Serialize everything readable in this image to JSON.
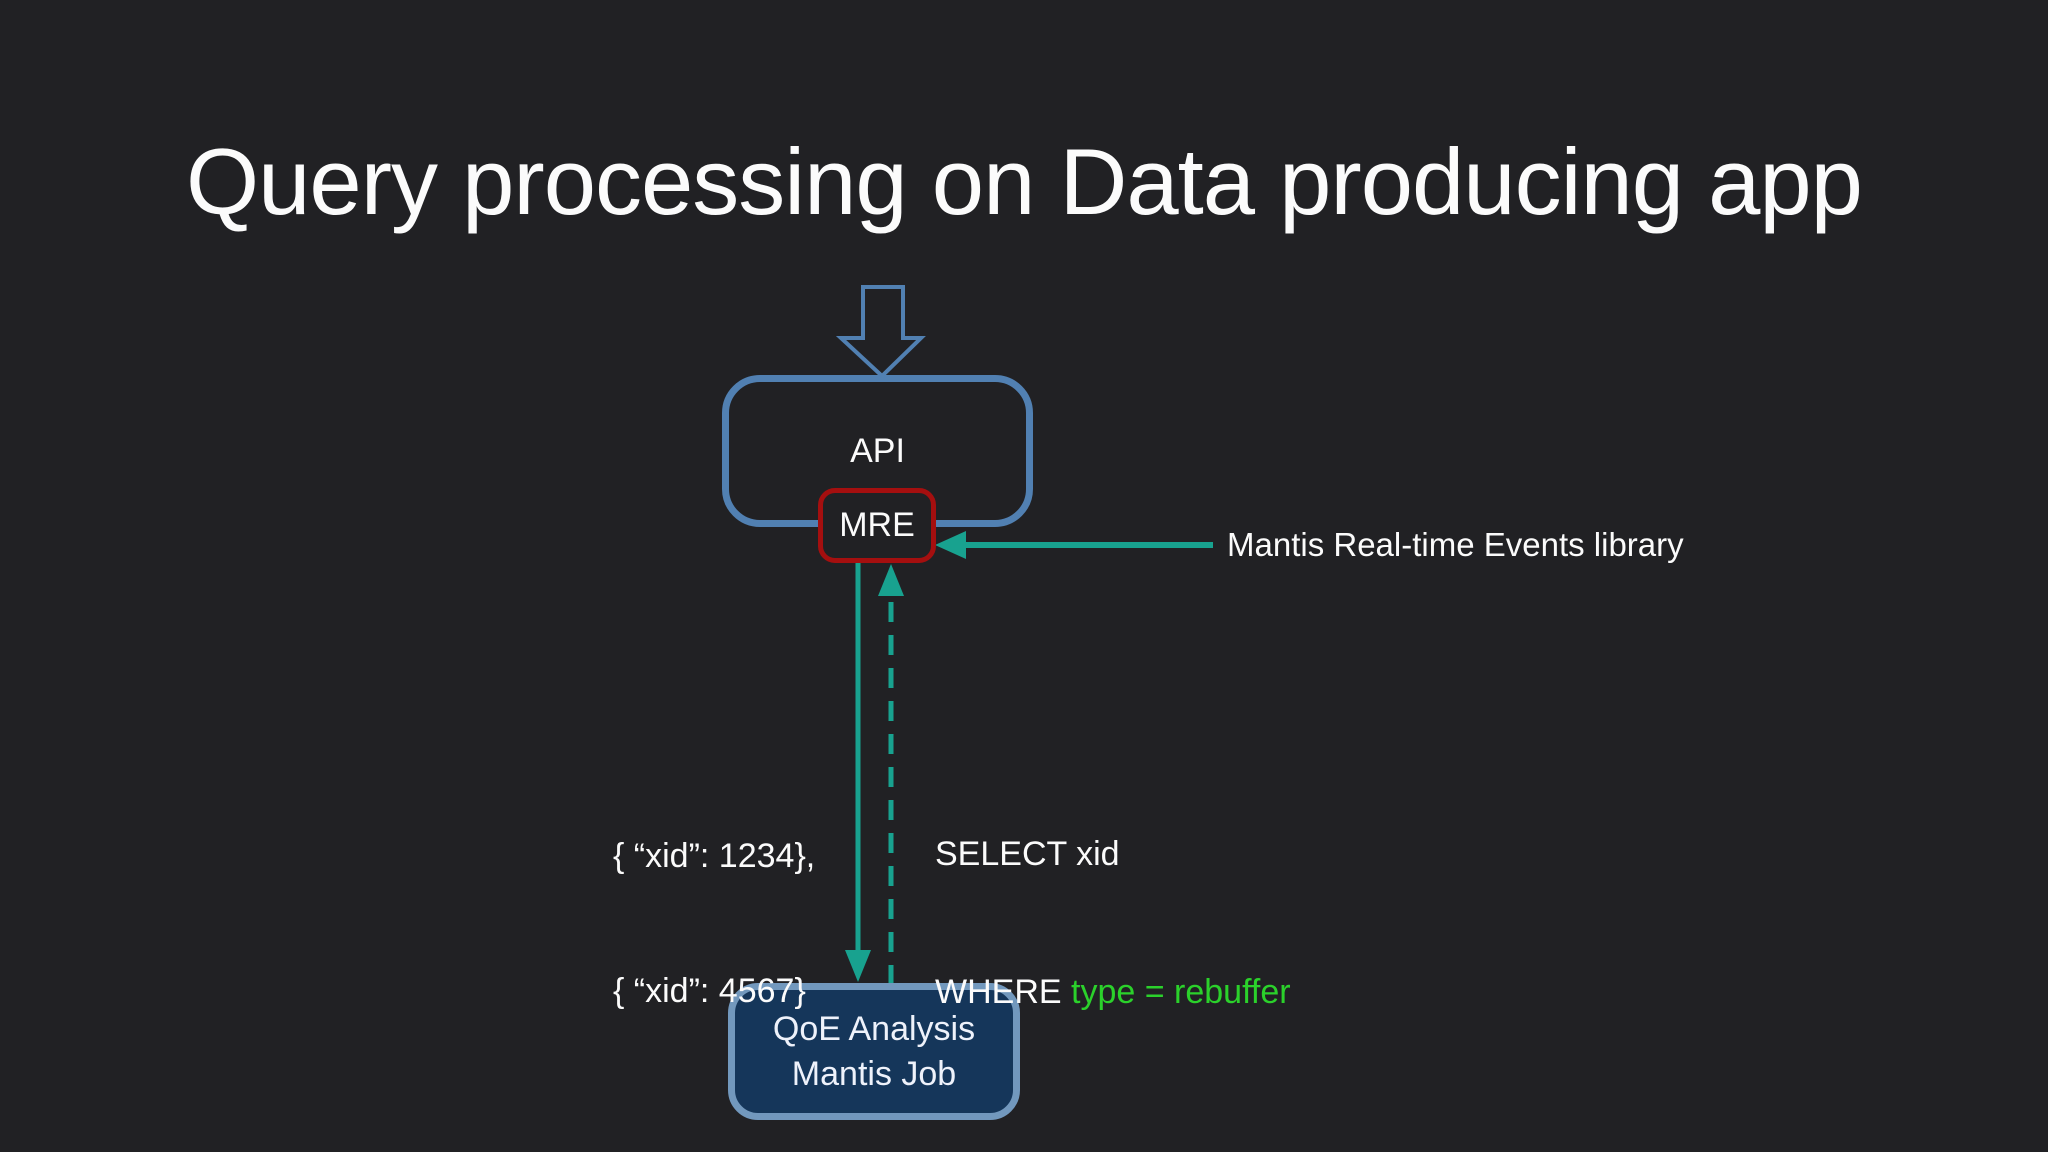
{
  "slide": {
    "title": "Query processing on Data producing app"
  },
  "nodes": {
    "api": {
      "label": "API"
    },
    "mre": {
      "label": "MRE"
    },
    "qoe": {
      "line1": "QoE Analysis",
      "line2": "Mantis Job"
    }
  },
  "annotations": {
    "mre_library": "Mantis Real-time Events library",
    "results": [
      "{ “xid”: 1234},",
      "{ “xid”: 4567}"
    ],
    "query": {
      "line1": "SELECT xid",
      "line2_keyword": "WHERE ",
      "line2_condition": "type = rebuffer"
    }
  },
  "colors": {
    "background": "#212124",
    "title_text": "#fbfbfb",
    "blue_border": "#5180b2",
    "mre_red_border": "#a50f0f",
    "teal_arrow": "#18a28f",
    "query_green": "#2bd12b",
    "qoe_fill": "#15365a",
    "qoe_border": "#7298bd"
  }
}
